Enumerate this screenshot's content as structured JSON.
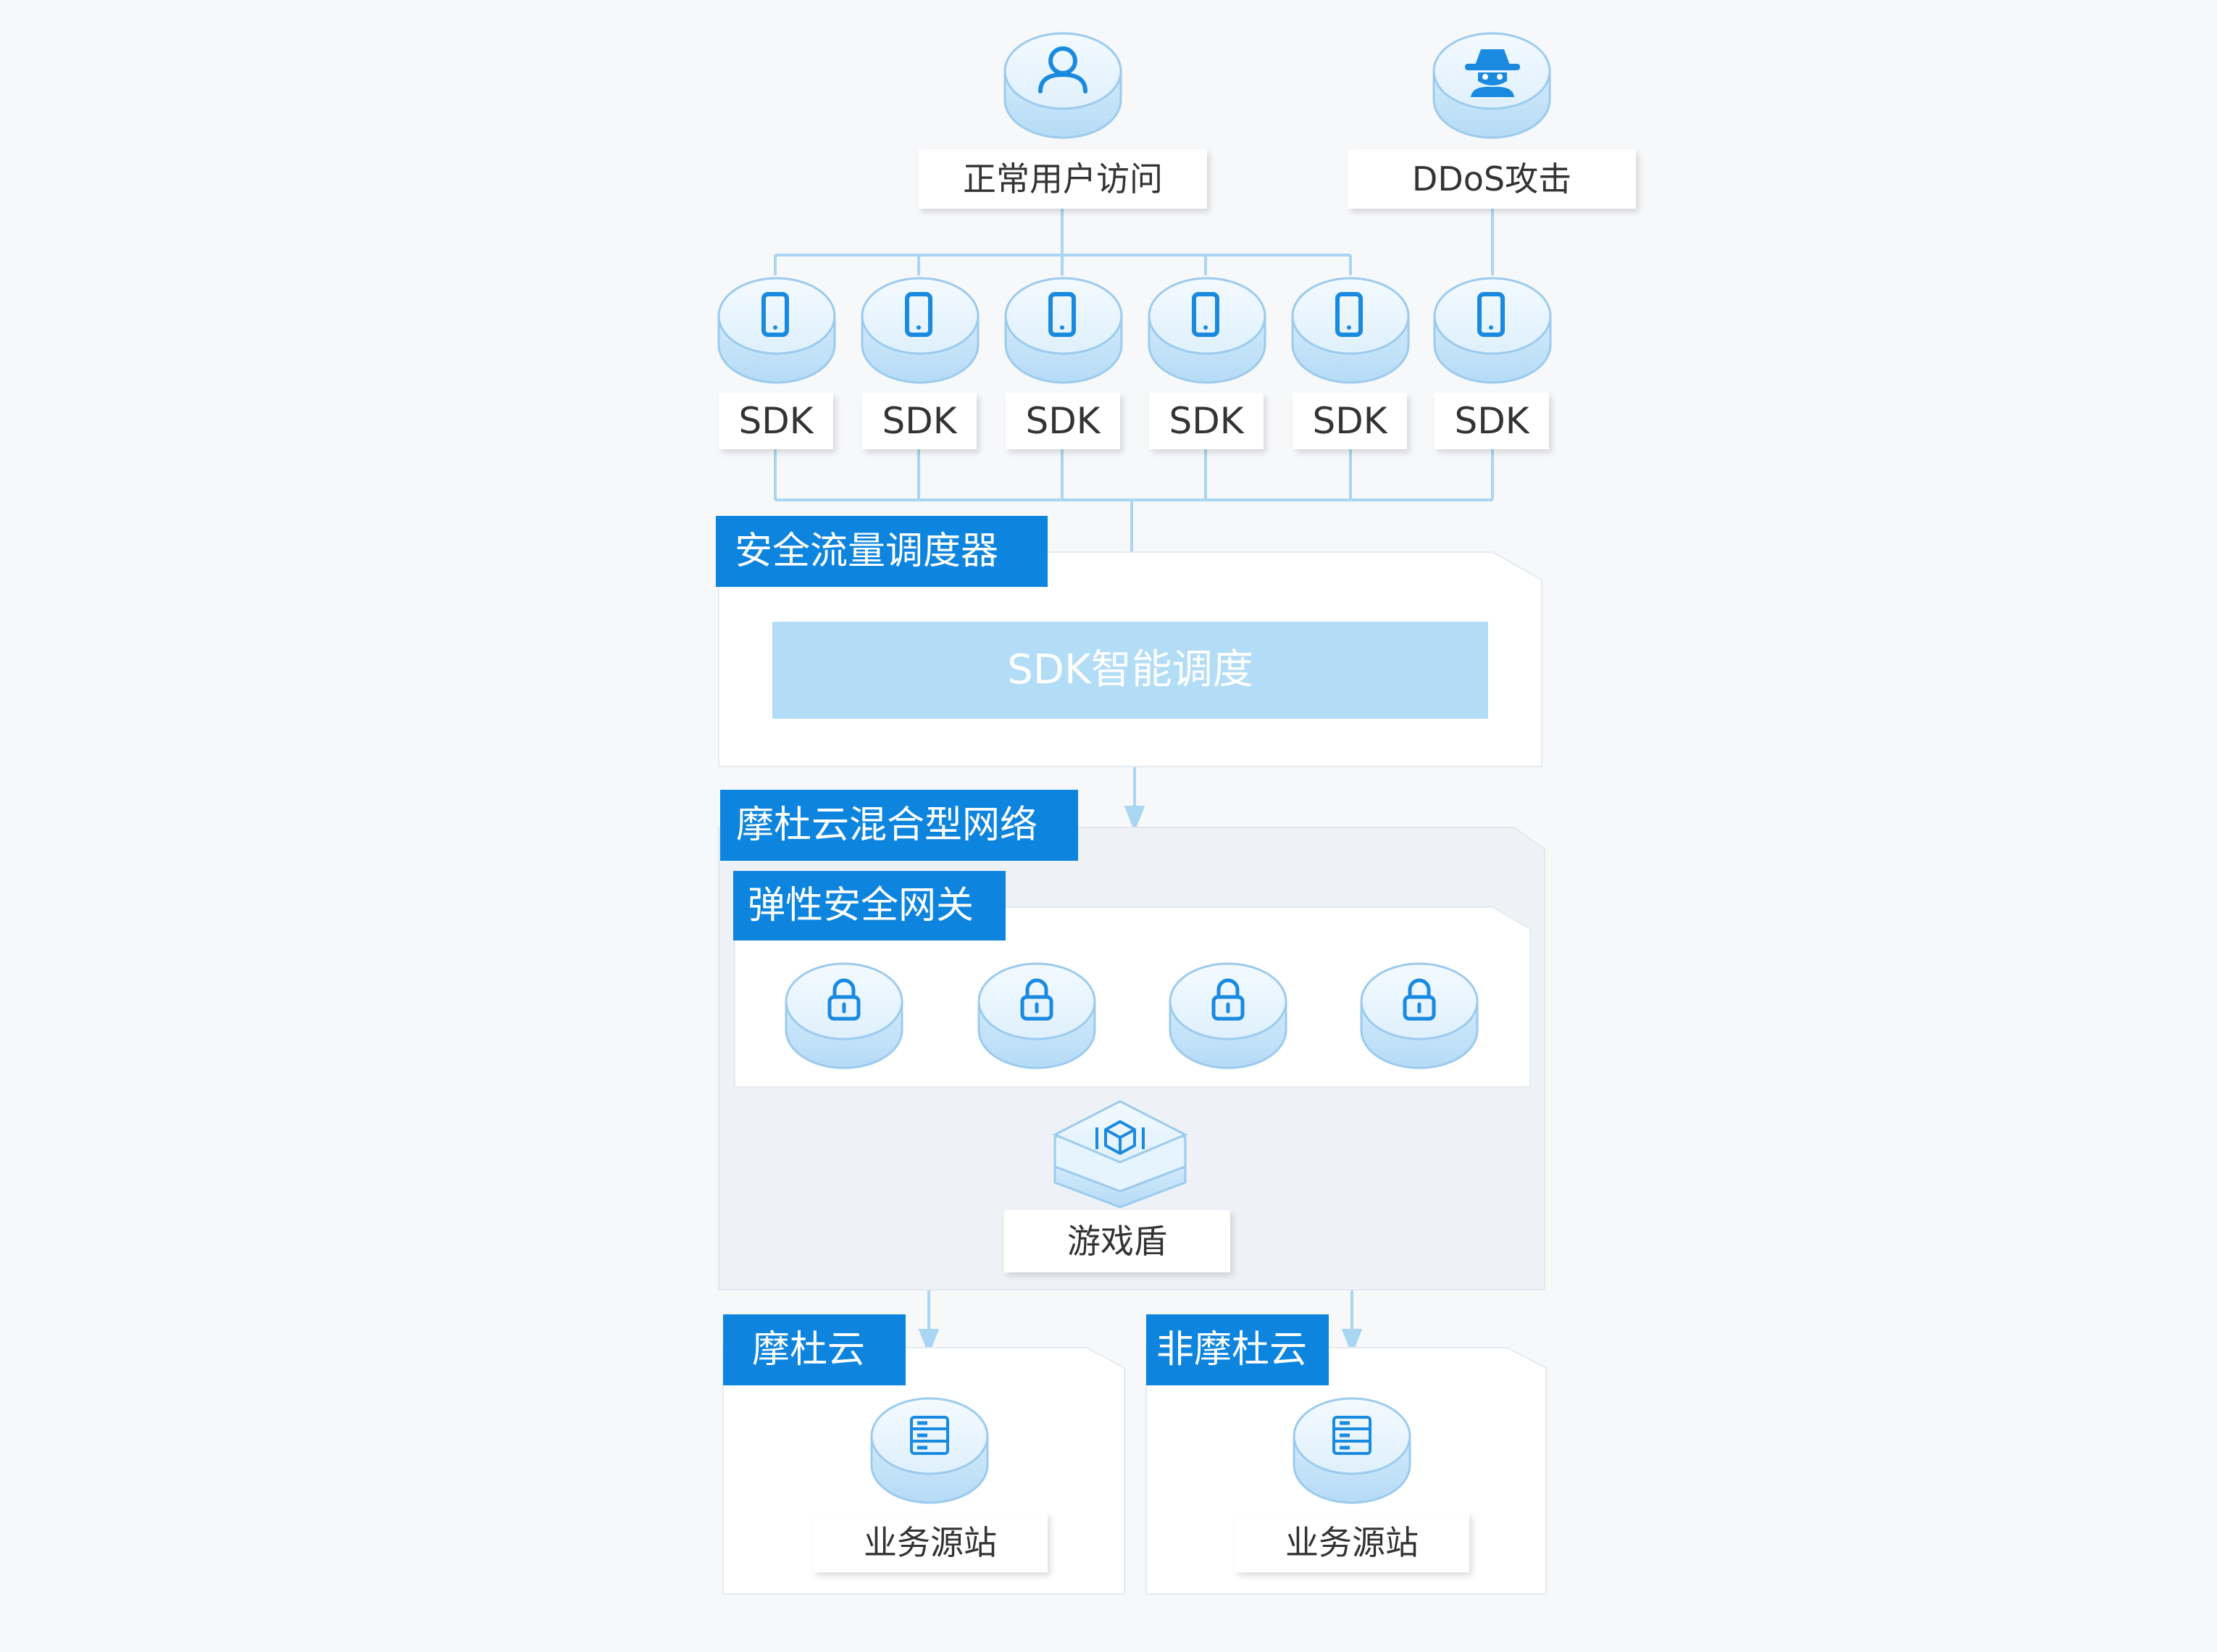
{
  "sources": [
    {
      "label": "正常用户访问",
      "icon": "user-icon"
    },
    {
      "label": "DDoS攻击",
      "icon": "hacker-icon"
    }
  ],
  "sdk_nodes": [
    {
      "label": "SDK",
      "icon": "phone-icon"
    },
    {
      "label": "SDK",
      "icon": "phone-icon"
    },
    {
      "label": "SDK",
      "icon": "phone-icon"
    },
    {
      "label": "SDK",
      "icon": "phone-icon"
    },
    {
      "label": "SDK",
      "icon": "phone-icon"
    },
    {
      "label": "SDK",
      "icon": "phone-icon"
    }
  ],
  "scheduler": {
    "title": "安全流量调度器",
    "inner": "SDK智能调度"
  },
  "network": {
    "title": "摩杜云混合型网络",
    "gateway": {
      "title": "弹性安全网关",
      "node_icon": "lock-icon",
      "node_count": 4
    },
    "shield": {
      "label": "游戏盾",
      "icon": "cube-icon"
    }
  },
  "origins": [
    {
      "title": "摩杜云",
      "label": "业务源站",
      "icon": "server-icon"
    },
    {
      "title": "非摩杜云",
      "label": "业务源站",
      "icon": "server-icon"
    }
  ],
  "colors": {
    "accent": "#0d84de",
    "connector": "#a9d6f3",
    "icon": "#1a8ae0",
    "panel": "#ffffff",
    "panel_gray": "#eef2f6"
  }
}
